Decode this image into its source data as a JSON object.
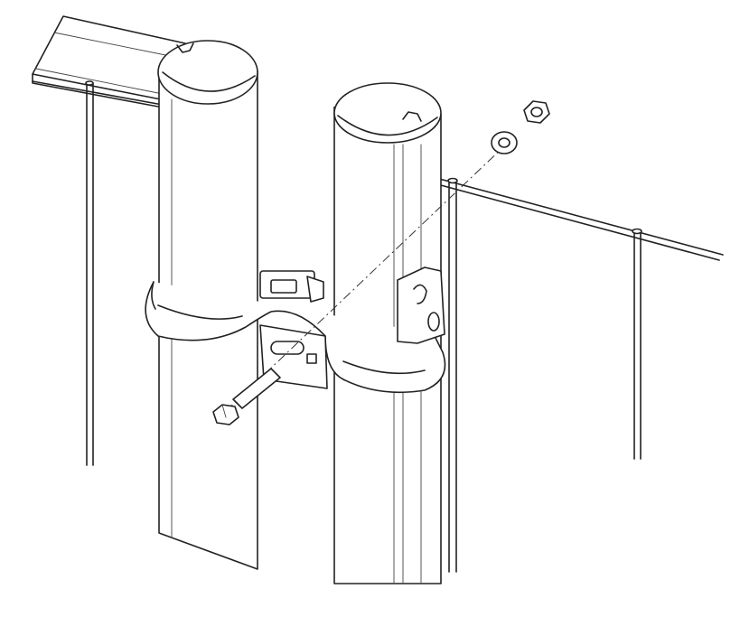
{
  "figure": {
    "type": "line-drawing",
    "subject": "",
    "parts": [
      "post-left",
      "post-right",
      "double-clamp",
      "bolt",
      "washer",
      "nut",
      "wire-rail-left",
      "wire-rail-right",
      "mesh-panel"
    ]
  },
  "colors": {
    "line": "#222222",
    "background": "#ffffff"
  }
}
